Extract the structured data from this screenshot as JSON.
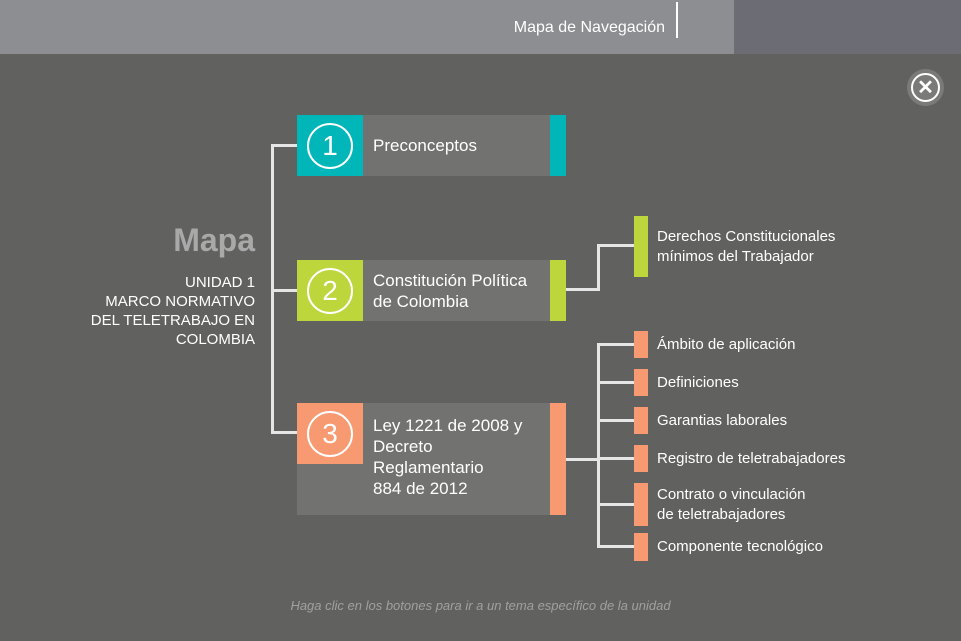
{
  "header": {
    "title": "Mapa de Navegación"
  },
  "close_icon": "close-circle-icon",
  "side": {
    "title": "Mapa",
    "unit_lines": [
      "UNIDAD 1",
      "MARCO NORMATIVO",
      "DEL TELETRABAJO EN",
      "COLOMBIA"
    ]
  },
  "nodes": [
    {
      "number": "1",
      "label": "Preconceptos",
      "color": "#00b6b9"
    },
    {
      "number": "2",
      "label_lines": [
        "Constitución Política",
        "de Colombia"
      ],
      "color": "#bcd63c"
    },
    {
      "number": "3",
      "label_lines": [
        "Ley 1221 de 2008 y",
        "Decreto",
        "Reglamentario",
        "884 de 2012"
      ],
      "color": "#f79a72"
    }
  ],
  "sub2": [
    {
      "lines": [
        "Derechos Constitucionales",
        "mínimos del Trabajador"
      ]
    }
  ],
  "sub3": [
    {
      "lines": [
        "Ámbito de aplicación"
      ]
    },
    {
      "lines": [
        "Definiciones"
      ]
    },
    {
      "lines": [
        "Garantias laborales"
      ]
    },
    {
      "lines": [
        "Registro de teletrabajadores"
      ]
    },
    {
      "lines": [
        "Contrato o vinculación",
        "de teletrabajadores"
      ]
    },
    {
      "lines": [
        "Componente tecnológico"
      ]
    }
  ],
  "hint": "Haga clic en los botones para ir a un tema específico de la unidad"
}
